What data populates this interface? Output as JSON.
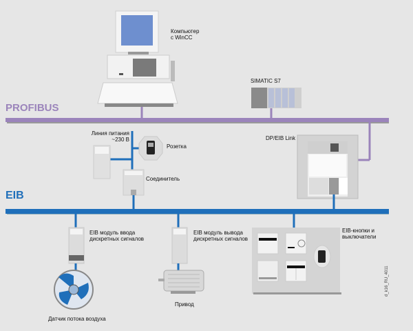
{
  "buses": {
    "profibus": {
      "label": "PROFIBUS",
      "color": "#9b84bb"
    },
    "eib": {
      "label": "EIB",
      "color": "#1f6fba"
    }
  },
  "devices": {
    "computer": {
      "label_line1": "Компьютер",
      "label_line2": "с WinCC"
    },
    "simatic": {
      "label": "SIMATIC S7"
    },
    "dp_eib_link": {
      "label": "DP/EIB Link"
    },
    "power_line": {
      "label_line1": "Линия питания",
      "label_line2": "~230 В"
    },
    "socket": {
      "label": "Розетка"
    },
    "coupler": {
      "label": "Соединитель"
    },
    "input_module": {
      "label_line1": "EIB модуль ввода",
      "label_line2": "дискретных сигналов"
    },
    "output_module": {
      "label_line1": "EIB модуль вывода",
      "label_line2": "дискретных сигналов"
    },
    "buttons": {
      "label_line1": "EIB-кнопки и",
      "label_line2": "выключатели"
    },
    "airflow_sensor": {
      "label": "Датчик потока воздуха"
    },
    "drive": {
      "label": "Привод"
    }
  },
  "figure_id": "d_k16_RU_4011"
}
